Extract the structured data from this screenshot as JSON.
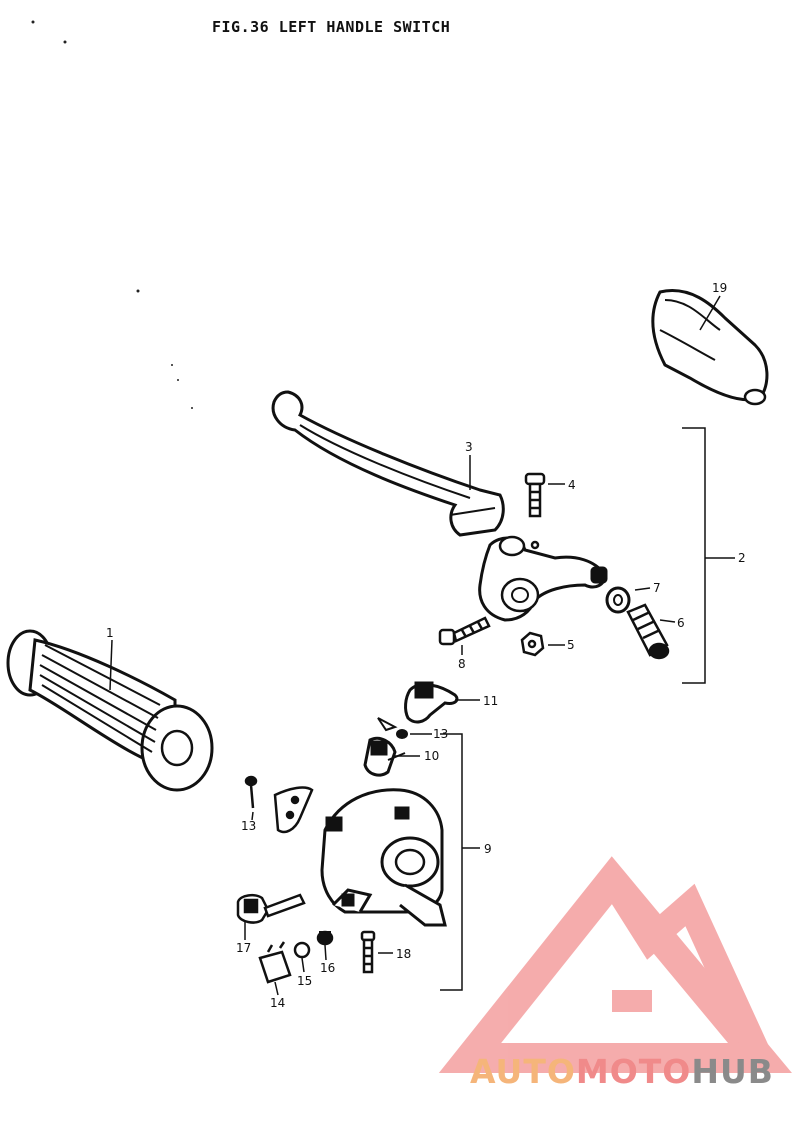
{
  "figure": {
    "title": "FIG.36  LEFT HANDLE SWITCH"
  },
  "callouts": {
    "c1": "1",
    "c2": "2",
    "c3": "3",
    "c4": "4",
    "c5": "5",
    "c6": "6",
    "c7": "7",
    "c8": "8",
    "c9": "9",
    "c10": "10",
    "c11": "11",
    "c13a": "13",
    "c13b": "13",
    "c14": "14",
    "c15": "15",
    "c16": "16",
    "c17": "17",
    "c18": "18",
    "c19": "19"
  },
  "watermark": {
    "part1": "AUTO",
    "part2": "MOTO",
    "part3": "HUB",
    "colors": {
      "orange": "#f5b57a",
      "red": "#f08a8a",
      "grey": "#8a8a8a",
      "logo": "#f4a4a4"
    }
  }
}
